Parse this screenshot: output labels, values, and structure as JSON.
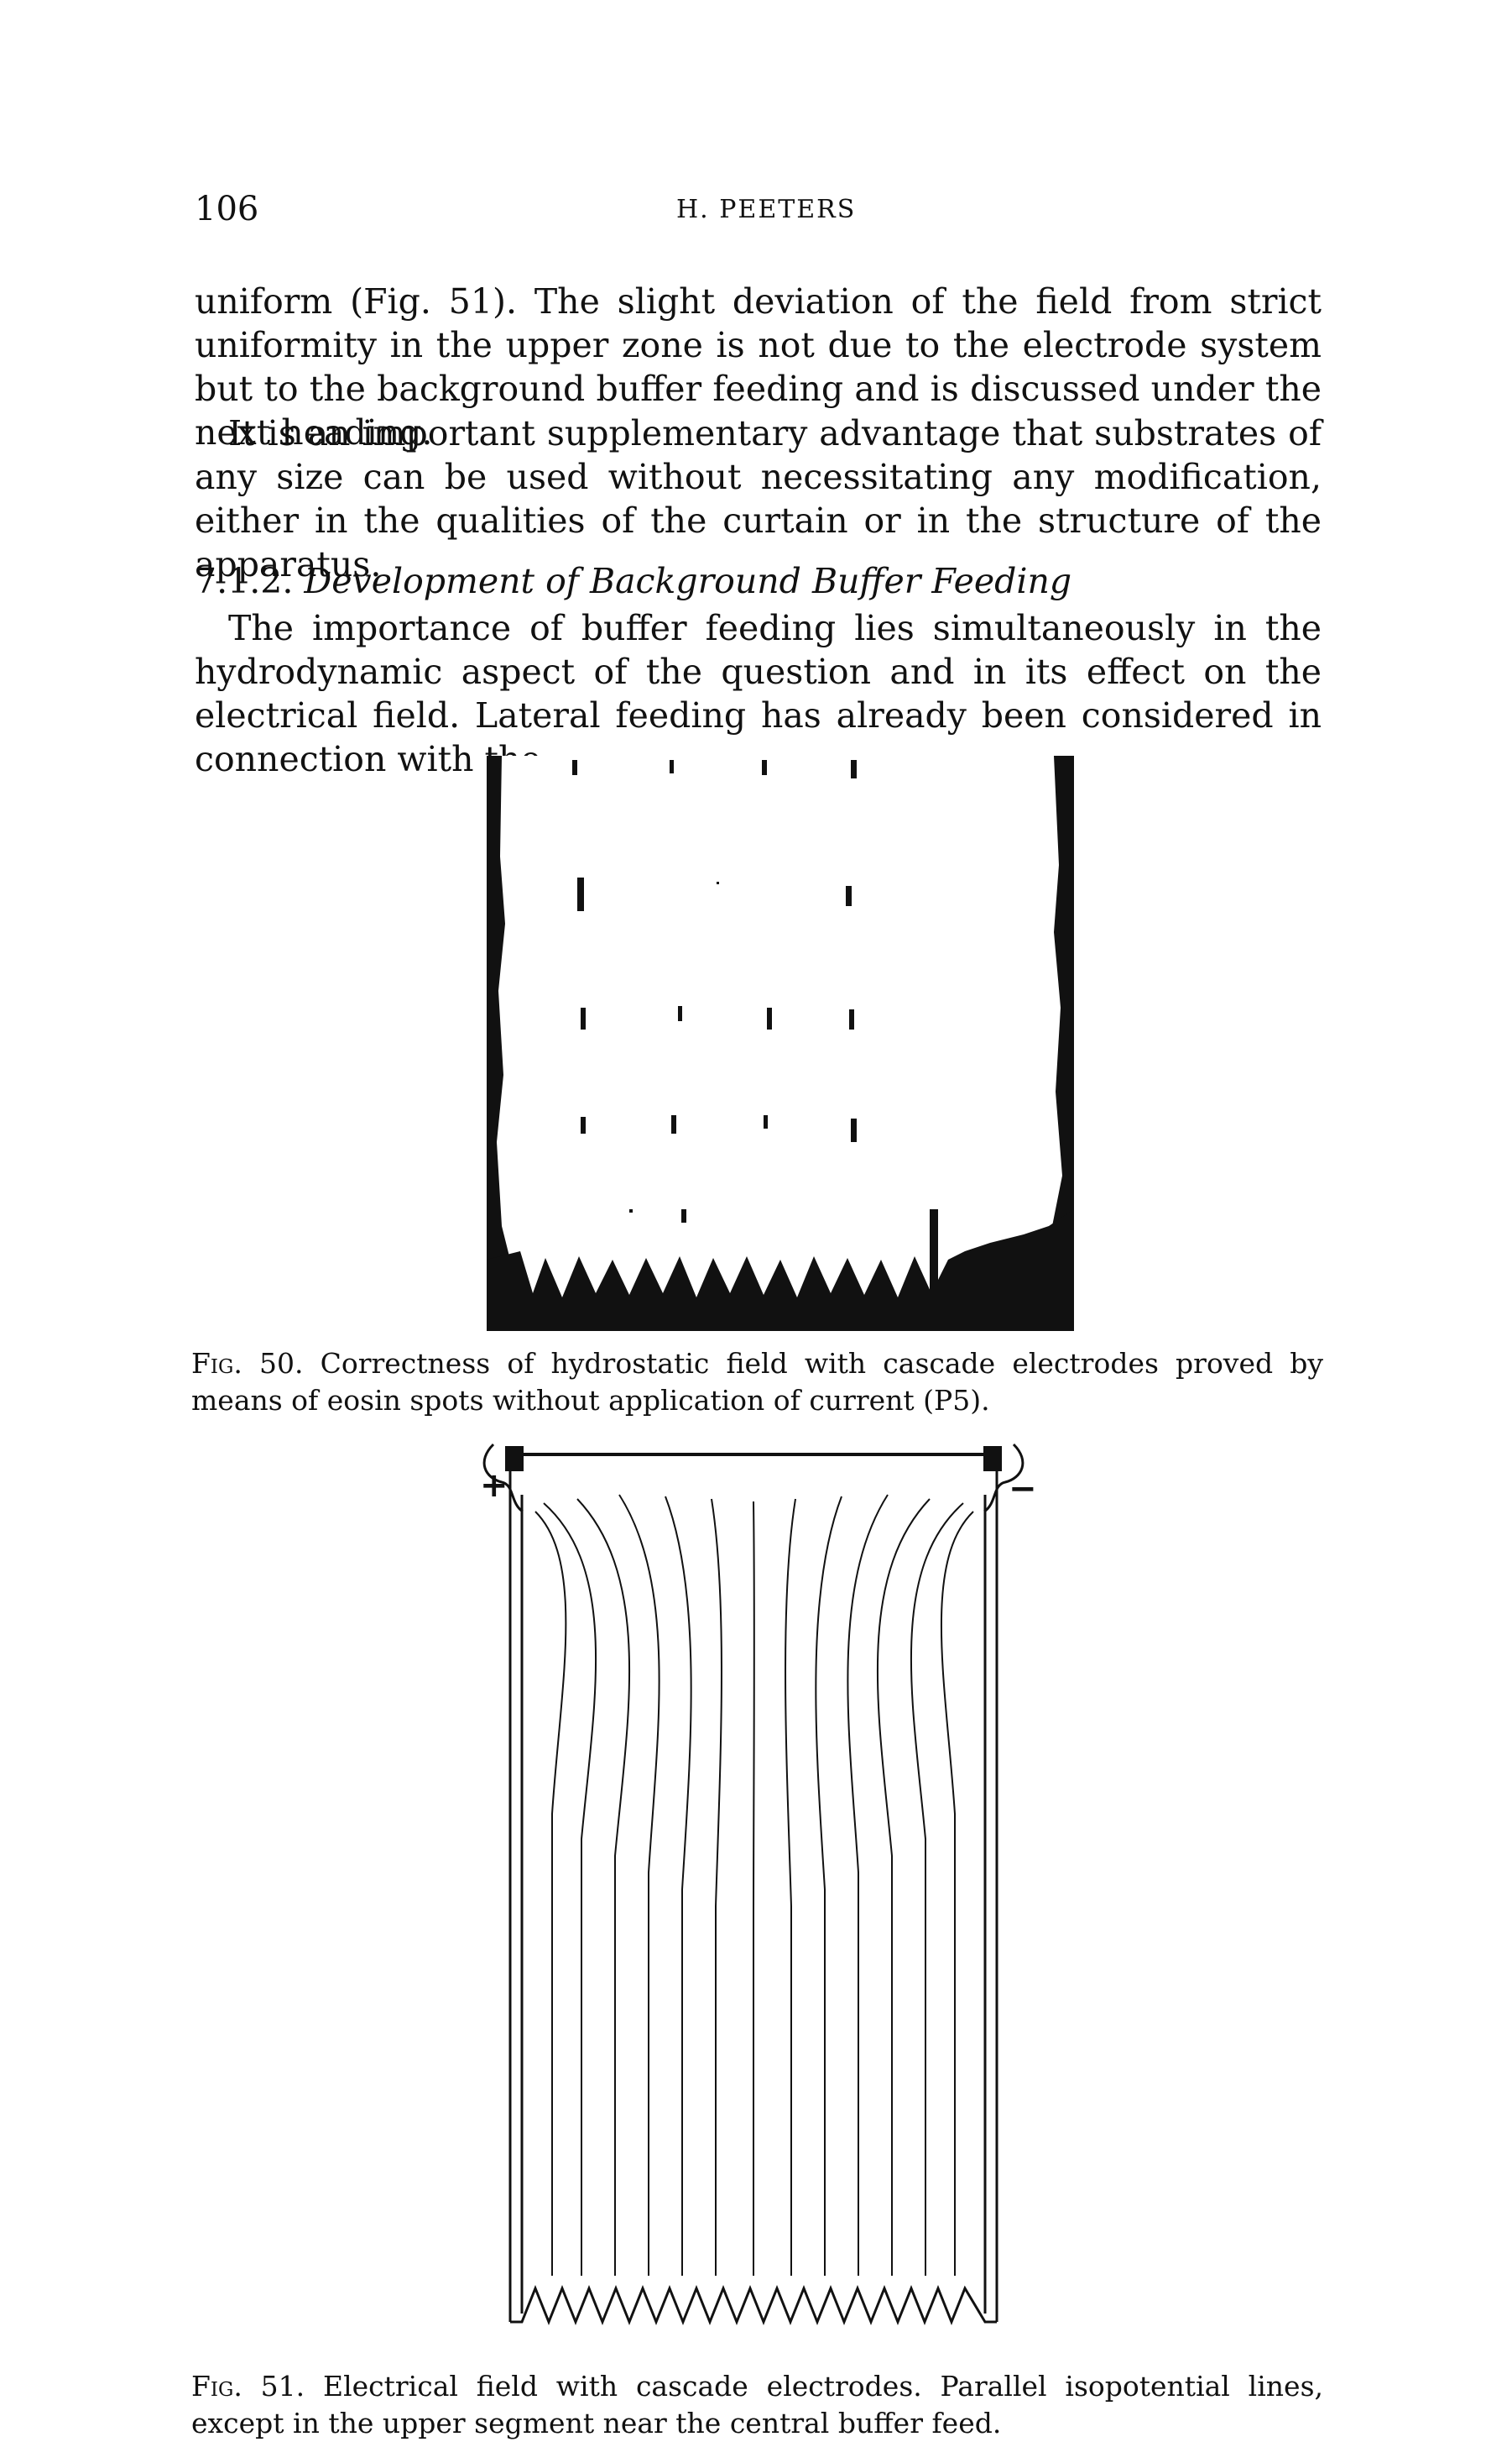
{
  "header": {
    "page_number": "106",
    "running_head": "H. PEETERS"
  },
  "body": {
    "paragraph_1": "uniform (Fig. 51). The slight deviation of the field from strict uniformity in the upper zone is not due to the electrode system but to the background buffer feeding and is discussed under the next heading.",
    "paragraph_2": "It is an important supplementary advantage that substrates of any size can be used without necessitating any modification, either in the qualities of the curtain or in the structure of the apparatus.",
    "section_number": "7.1.2.",
    "section_title": "Development of Background Buffer Feeding",
    "paragraph_3": "The importance of buffer feeding lies simultaneously in the hydrodynamic aspect of the question and in its effect on the electrical field. Lateral feeding has already been considered in connection with the"
  },
  "figure_50": {
    "label": "Fig. 50.",
    "caption": "Correctness of hydrostatic field with cascade electrodes proved by means of eosin spots without application of current (P5)."
  },
  "figure_51": {
    "label": "Fig. 51.",
    "caption": "Electrical field with cascade electrodes. Parallel isopotential lines, except in the upper segment near the central buffer feed.",
    "plus_sign": "+",
    "minus_sign": "−"
  },
  "colors": {
    "ink": "#111111",
    "paper": "#ffffff"
  }
}
